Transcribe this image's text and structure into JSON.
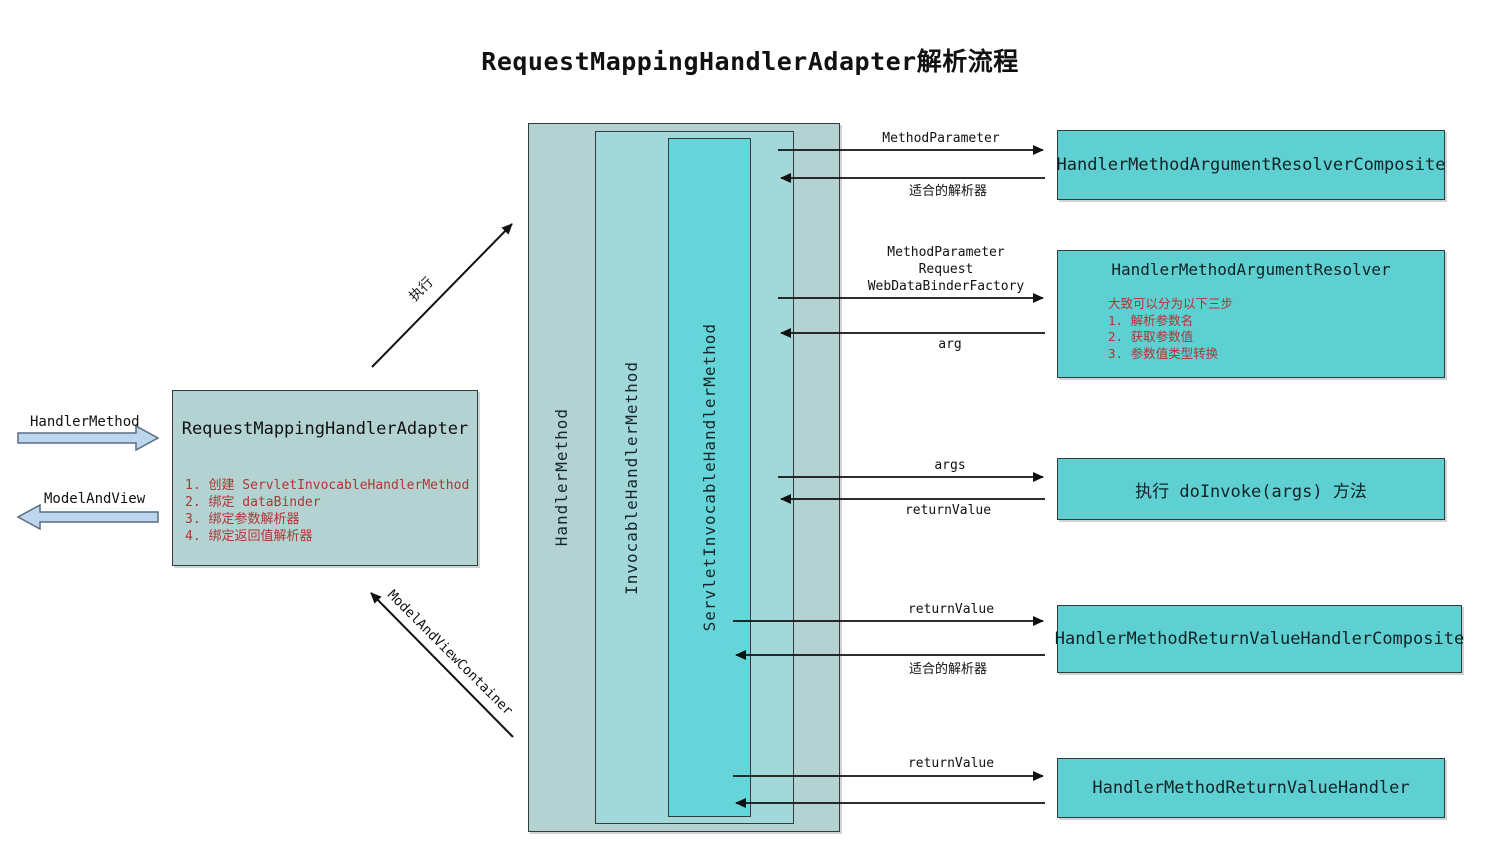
{
  "title": "RequestMappingHandlerAdapter解析流程",
  "left_flow": {
    "input_label": "HandlerMethod",
    "output_label": "ModelAndView"
  },
  "adapter_box": {
    "title": "RequestMappingHandlerAdapter",
    "steps": [
      "1. 创建 ServletInvocableHandlerMethod",
      "2. 绑定 dataBinder",
      "3. 绑定参数解析器",
      "4. 绑定返回值解析器"
    ]
  },
  "nested_boxes": {
    "outer_label": "HandlerMethod",
    "middle_label": "InvocableHandlerMethod",
    "inner_label": "ServletInvocableHandlerMethod"
  },
  "right_boxes": {
    "argument_resolver_composite": "HandlerMethodArgumentResolverComposite",
    "argument_resolver": {
      "title": "HandlerMethodArgumentResolver",
      "note": "大致可以分为以下三步",
      "steps": [
        "1. 解析参数名",
        "2. 获取参数值",
        "3. 参数值类型转换"
      ]
    },
    "do_invoke": "执行 doInvoke(args) 方法",
    "return_value_handler_composite": "HandlerMethodReturnValueHandlerComposite",
    "return_value_handler": "HandlerMethodReturnValueHandler"
  },
  "arrow_labels": {
    "diagonal_execute": "执行",
    "diagonal_mav_container": "ModelAndViewContainer",
    "g1_right": "MethodParameter",
    "g1_left": "适合的解析器",
    "g2_right_line1": "MethodParameter",
    "g2_right_line2": "Request",
    "g2_right_line3": "WebDataBinderFactory",
    "g2_left": "arg",
    "g3_right": "args",
    "g3_left": "returnValue",
    "g4_right": "returnValue",
    "g4_left": "适合的解析器",
    "g5_right": "returnValue"
  },
  "colors": {
    "outer_box_fill": "#b5d2d3",
    "middle_box_fill": "#a3d8da",
    "inner_box_fill": "#66d5d9",
    "right_box_fill": "#5fd0d2",
    "adapter_box_fill": "#b3d3d3",
    "block_arrow_fill": "#bcd6ee",
    "accent_red_text": "#b23434",
    "line_color": "#111111"
  }
}
